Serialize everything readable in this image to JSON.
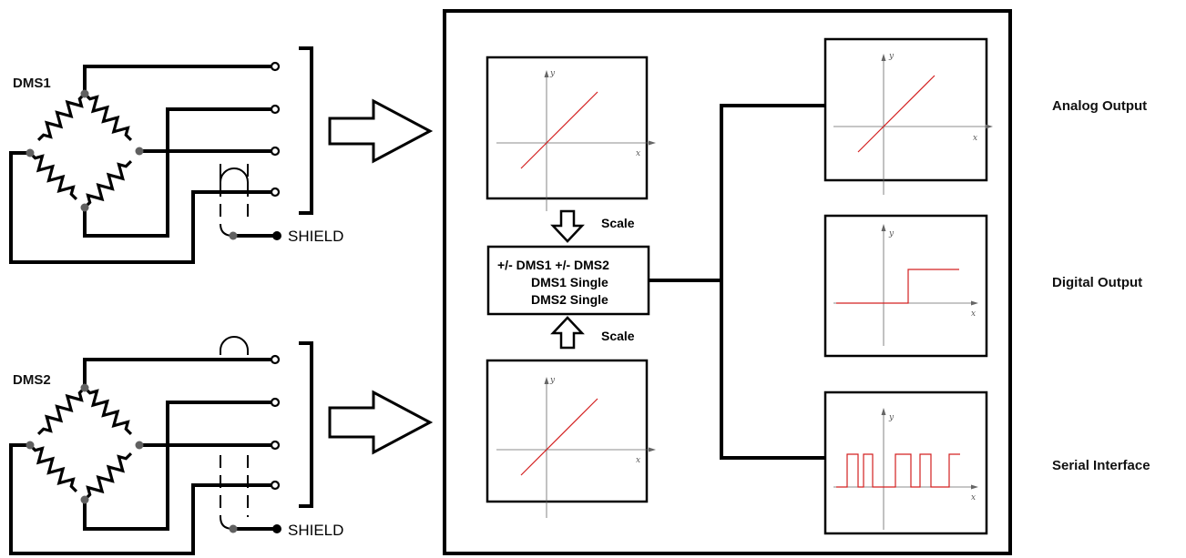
{
  "bridges": [
    {
      "label": "DMS1",
      "shield": "SHIELD"
    },
    {
      "label": "DMS2",
      "shield": "SHIELD"
    }
  ],
  "center": {
    "scale_top": "Scale",
    "scale_bottom": "Scale",
    "function_box": [
      "+/- DMS1 +/- DMS2",
      "DMS1 Single",
      "DMS2 Single"
    ]
  },
  "outputs": [
    {
      "label": "Analog Output",
      "signal": "linear"
    },
    {
      "label": "Digital Output",
      "signal": "step"
    },
    {
      "label": "Serial Interface",
      "signal": "pulse-train"
    }
  ],
  "axes": {
    "x": "x",
    "y": "y"
  },
  "colors": {
    "signal": "#d32020",
    "wire": "#000000",
    "node": "#606060"
  }
}
